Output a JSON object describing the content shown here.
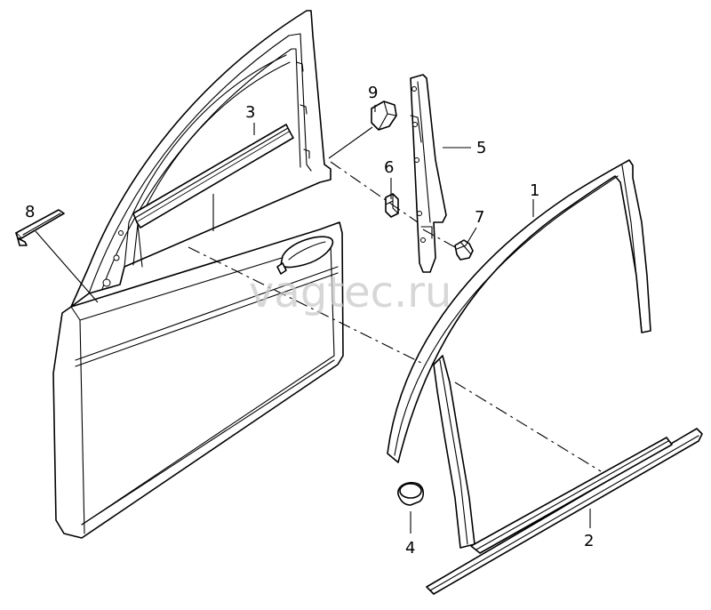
{
  "watermark": "vagtec.ru",
  "callouts": [
    {
      "id": "1",
      "label": "1"
    },
    {
      "id": "2",
      "label": "2"
    },
    {
      "id": "3",
      "label": "3"
    },
    {
      "id": "4",
      "label": "4"
    },
    {
      "id": "5",
      "label": "5"
    },
    {
      "id": "6",
      "label": "6"
    },
    {
      "id": "7",
      "label": "7"
    },
    {
      "id": "8",
      "label": "8"
    },
    {
      "id": "9",
      "label": "9"
    }
  ]
}
